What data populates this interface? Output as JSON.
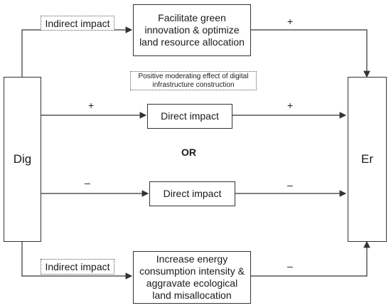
{
  "nodes": {
    "dig": "Dig",
    "er": "Er",
    "top_mechanism": "Facilitate green innovation & optimize land resource allocation",
    "bottom_mechanism": "Increase energy consumption intensity & aggravate ecological land misallocation",
    "direct_positive": "Direct impact",
    "direct_negative": "Direct impact"
  },
  "labels": {
    "indirect_top": "Indirect impact",
    "indirect_bottom": "Indirect impact",
    "moderating": "Positive moderating effect of digital infrastructure construction",
    "or": "OR",
    "plus_top_right": "+",
    "plus_mid_left": "+",
    "plus_mid_right": "+",
    "minus_mid_left": "–",
    "minus_mid_right": "–",
    "minus_bottom_right": "–"
  },
  "colors": {
    "stroke": "#333333"
  }
}
